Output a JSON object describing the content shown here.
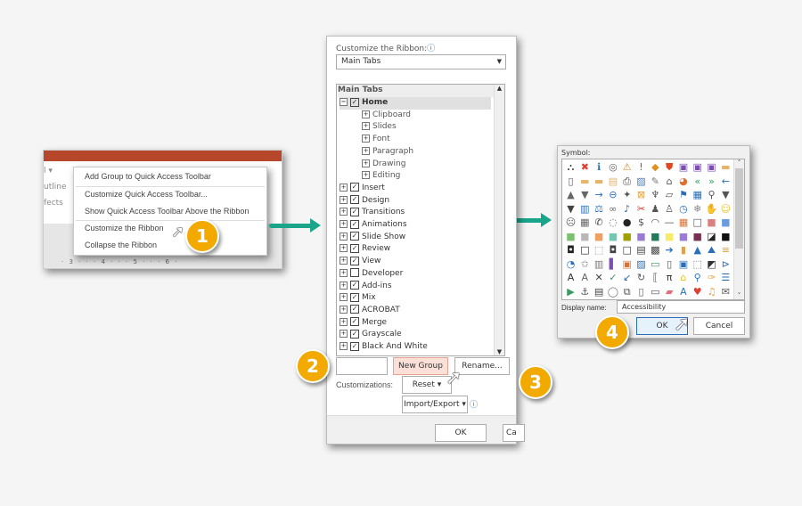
{
  "left_panel": {
    "ghost_texts": [
      "l ▾",
      "utline",
      "fects"
    ],
    "ruler": "· 3 · · · 4 · · · 5 · · · 6 ·",
    "menu_items": [
      "Add Group to Quick Access Toolbar",
      "Customize Quick Access Toolbar...",
      "Show Quick Access Toolbar Above the Ribbon",
      "Customize the Ribbon",
      "Collapse the Ribbon"
    ]
  },
  "middle_dialog": {
    "customize_label": "Customize the Ribbon:",
    "info_icon": "info-icon",
    "dropdown_value": "Main Tabs",
    "list_header": "Main Tabs",
    "tree": [
      {
        "label": "Home",
        "level": 0,
        "expanded": true,
        "checked": true,
        "selected": true
      },
      {
        "label": "Clipboard",
        "level": 1
      },
      {
        "label": "Slides",
        "level": 1
      },
      {
        "label": "Font",
        "level": 1
      },
      {
        "label": "Paragraph",
        "level": 1
      },
      {
        "label": "Drawing",
        "level": 1
      },
      {
        "label": "Editing",
        "level": 1
      },
      {
        "label": "Insert",
        "level": 0,
        "checked": true
      },
      {
        "label": "Design",
        "level": 0,
        "checked": true
      },
      {
        "label": "Transitions",
        "level": 0,
        "checked": true
      },
      {
        "label": "Animations",
        "level": 0,
        "checked": true
      },
      {
        "label": "Slide Show",
        "level": 0,
        "checked": true
      },
      {
        "label": "Review",
        "level": 0,
        "checked": true
      },
      {
        "label": "View",
        "level": 0,
        "checked": true
      },
      {
        "label": "Developer",
        "level": 0,
        "checked": false
      },
      {
        "label": "Add-ins",
        "level": 0,
        "checked": true
      },
      {
        "label": "Mix",
        "level": 0,
        "checked": true
      },
      {
        "label": "ACROBAT",
        "level": 0,
        "checked": true
      },
      {
        "label": "Merge",
        "level": 0,
        "checked": true
      },
      {
        "label": "Grayscale",
        "level": 0,
        "checked": true
      },
      {
        "label": "Black And White",
        "level": 0,
        "checked": true
      }
    ],
    "new_group": "New Group",
    "rename": "Rename...",
    "customizations_label": "Customizations:",
    "reset": "Reset ▾",
    "import_export": "Import/Export ▾",
    "ok": "OK",
    "cancel": "Ca"
  },
  "right_dialog": {
    "symbol_label": "Symbol:",
    "display_name_label": "Display name:",
    "display_name_value": "Accessibility",
    "ok": "OK",
    "cancel": "Cancel",
    "symbols": [
      [
        "⛬",
        "#333"
      ],
      [
        "✖",
        "#e04030"
      ],
      [
        "ℹ",
        "#2a6ebb"
      ],
      [
        "◎",
        "#666"
      ],
      [
        "⚠",
        "#e08a20"
      ],
      [
        "!",
        "#e03020"
      ],
      [
        "◆",
        "#e09020"
      ],
      [
        "⛊",
        "#e04820"
      ],
      [
        "▣",
        "#7a4fb0"
      ],
      [
        "▣",
        "#7a4fb0"
      ],
      [
        "▣",
        "#7a4fb0"
      ],
      [
        "▬",
        "#e5b56b"
      ],
      [
        "▯",
        "#555"
      ],
      [
        "▬",
        "#e5b56b"
      ],
      [
        "▬",
        "#e5b56b"
      ],
      [
        "▤",
        "#e5b56b"
      ],
      [
        "⎙",
        "#444"
      ],
      [
        "▨",
        "#4a7fc0"
      ],
      [
        "✎",
        "#777"
      ],
      [
        "⌂",
        "#555"
      ],
      [
        "◕",
        "#e07030"
      ],
      [
        "«",
        "#3a9a60"
      ],
      [
        "»",
        "#3a9a60"
      ],
      [
        "←",
        "#2a6ebb"
      ],
      [
        "▲",
        "#666"
      ],
      [
        "▼",
        "#666"
      ],
      [
        "→",
        "#2a6ebb"
      ],
      [
        "⊖",
        "#2a6ebb"
      ],
      [
        "✦",
        "#555"
      ],
      [
        "⊠",
        "#e5a040"
      ],
      [
        "♆",
        "#555"
      ],
      [
        "▱",
        "#555"
      ],
      [
        "⚑",
        "#2a6ebb"
      ],
      [
        "▦",
        "#2a6ebb"
      ],
      [
        "⚲",
        "#555"
      ],
      [
        "▼",
        "#555"
      ],
      [
        "▼",
        "#444"
      ],
      [
        "▥",
        "#2a6ebb"
      ],
      [
        "⚖",
        "#2a6ebb"
      ],
      [
        "∞",
        "#666"
      ],
      [
        "♪",
        "#2a6ebb"
      ],
      [
        "✂",
        "#e03020"
      ],
      [
        "♟",
        "#555"
      ],
      [
        "♙",
        "#555"
      ],
      [
        "◷",
        "#2a6ebb"
      ],
      [
        "❄",
        "#888"
      ],
      [
        "✋",
        "#777"
      ],
      [
        "☺",
        "#f0c020"
      ],
      [
        "☹",
        "#555"
      ],
      [
        "▦",
        "#666"
      ],
      [
        "✆",
        "#444"
      ],
      [
        "◌",
        "#666"
      ],
      [
        "●",
        "#222"
      ],
      [
        "$",
        "#555"
      ],
      [
        "◠",
        "#555"
      ],
      [
        "—",
        "#555"
      ],
      [
        "▦",
        "#e07030"
      ],
      [
        "□",
        "#555"
      ],
      [
        "■",
        "#d98080"
      ],
      [
        "■",
        "#6a9be0"
      ],
      [
        "■",
        "#7cc16d"
      ],
      [
        "■",
        "#b8b8b8"
      ],
      [
        "■",
        "#f0a060"
      ],
      [
        "■",
        "#72c8b0"
      ],
      [
        "■",
        "#a0a000"
      ],
      [
        "■",
        "#9a7bd4"
      ],
      [
        "■",
        "#217a5a"
      ],
      [
        "■",
        "#f6ec6a"
      ],
      [
        "■",
        "#9b7bd8"
      ],
      [
        "■",
        "#7c3050"
      ],
      [
        "◪",
        "#222"
      ],
      [
        "■",
        "#111"
      ],
      [
        "◘",
        "#222"
      ],
      [
        "□",
        "#222"
      ],
      [
        "⬚",
        "#888"
      ],
      [
        "◘",
        "#444"
      ],
      [
        "□",
        "#333"
      ],
      [
        "▤",
        "#444"
      ],
      [
        "▩",
        "#444"
      ],
      [
        "➔",
        "#2a6ebb"
      ],
      [
        "▮",
        "#e5a040"
      ],
      [
        "▲",
        "#2a6ebb"
      ],
      [
        "⛰",
        "#2a6ebb"
      ],
      [
        "≡",
        "#e5a040"
      ],
      [
        "◔",
        "#2a6ebb"
      ],
      [
        "✩",
        "#777"
      ],
      [
        "▥",
        "#777"
      ],
      [
        "▌",
        "#7a4fb0"
      ],
      [
        "▣",
        "#e07030"
      ],
      [
        "▨",
        "#2a6ebb"
      ],
      [
        "▭",
        "#3a9a60"
      ],
      [
        "▯",
        "#555"
      ],
      [
        "▣",
        "#2a6ebb"
      ],
      [
        "⬚",
        "#777"
      ],
      [
        "◩",
        "#333"
      ],
      [
        "⊳",
        "#2a6ebb"
      ],
      [
        "A",
        "#333"
      ],
      [
        "A",
        "#666"
      ],
      [
        "✕",
        "#444"
      ],
      [
        "✓",
        "#3a9a60"
      ],
      [
        "↙",
        "#2a6ebb"
      ],
      [
        "↻",
        "#555"
      ],
      [
        "⟦",
        "#555"
      ],
      [
        "π",
        "#333"
      ],
      [
        "⌂",
        "#f0c020"
      ],
      [
        "⚲",
        "#2a6ebb"
      ],
      [
        "✑",
        "#e5a040"
      ],
      [
        "☰",
        "#2a6ebb"
      ],
      [
        "▶",
        "#3a9a60"
      ],
      [
        "⚓",
        "#555"
      ],
      [
        "▤",
        "#444"
      ],
      [
        "◯",
        "#777"
      ],
      [
        "⧉",
        "#555"
      ],
      [
        "▯",
        "#555"
      ],
      [
        "▭",
        "#555"
      ],
      [
        "▰",
        "#e07080"
      ],
      [
        "A",
        "#2a6ebb"
      ],
      [
        "♥",
        "#e04030"
      ],
      [
        "♫",
        "#e5a040"
      ],
      [
        "✉",
        "#555"
      ]
    ]
  },
  "badges": [
    "1",
    "2",
    "3",
    "4"
  ],
  "colors": {
    "accent": "#f2a900",
    "arrow": "#1aa58a",
    "ribbon": "#b7472a",
    "new_group_highlight": "#fbe0d8"
  }
}
